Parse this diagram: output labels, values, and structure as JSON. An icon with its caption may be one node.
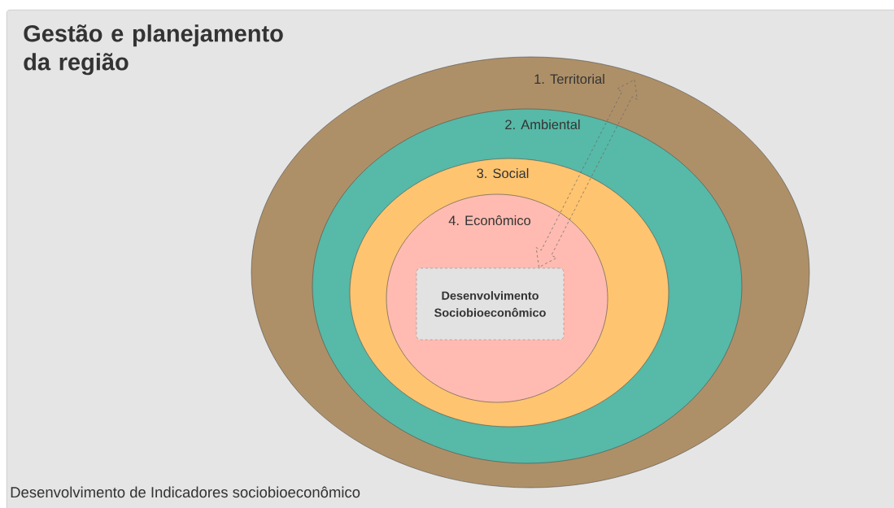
{
  "diagram": {
    "nodes": [
      {
        "text": [
          "Gestão e planejamento da região",
          "Desenvolvimento de Indicadores sociobioeconômico"
        ]
      },
      {
        "text": [
          "1. Territorial"
        ],
        "in": 0
      },
      {
        "text": [
          "2. Ambiental"
        ],
        "in": 1
      },
      {
        "text": [
          "3. Social"
        ],
        "in": 2
      },
      {
        "text": [
          "4. Econômico"
        ],
        "in": 3
      },
      {
        "text": [
          "Desenvolvimento Sociobioeconômico"
        ],
        "in": 4
      }
    ],
    "edges": [
      {
        "from": 5,
        "to": 1,
        "arrow": "both",
        "style": "dashed"
      }
    ]
  }
}
